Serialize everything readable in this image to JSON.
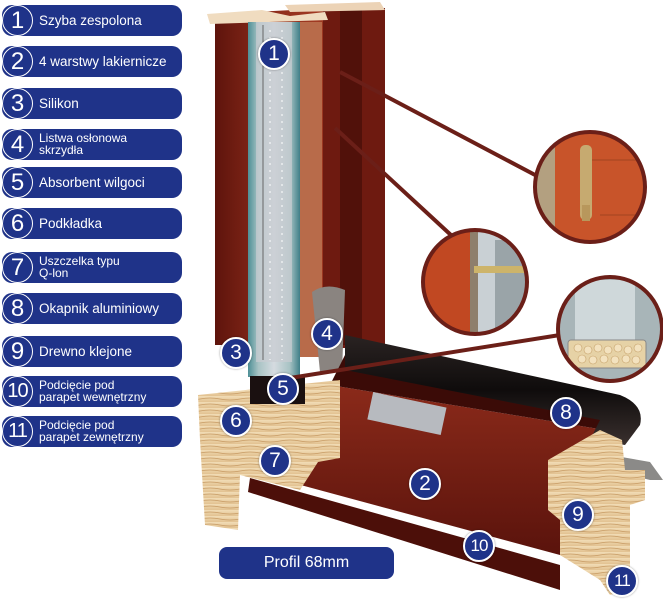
{
  "legend": {
    "items": [
      {
        "num": "1",
        "text": "Szyba zespolona"
      },
      {
        "num": "2",
        "text": "4 warstwy lakiernicze"
      },
      {
        "num": "3",
        "text": "Silikon"
      },
      {
        "num": "4",
        "text": "Listwa osłonowa",
        "text2": "skrzydła"
      },
      {
        "num": "5",
        "text": "Absorbent wilgoci"
      },
      {
        "num": "6",
        "text": "Podkładka"
      },
      {
        "num": "7",
        "text": "Uszczelka typu",
        "text2": "Q-lon"
      },
      {
        "num": "8",
        "text": "Okapnik aluminiowy"
      },
      {
        "num": "9",
        "text": "Drewno klejone"
      },
      {
        "num": "10",
        "text": "Podcięcie pod",
        "text2": "parapet wewnętrzny"
      },
      {
        "num": "11",
        "text": "Podcięcie pod",
        "text2": "parapet zewnętrzny"
      }
    ]
  },
  "badges": [
    "1",
    "2",
    "3",
    "4",
    "5",
    "6",
    "7",
    "8",
    "9",
    "10",
    "11"
  ],
  "profile_label": "Profil 68mm",
  "colors": {
    "navy": "#1f3389",
    "wood_red": "#7a1f14",
    "pine": "#ecd3a8",
    "callout_line": "#6b1f18"
  }
}
